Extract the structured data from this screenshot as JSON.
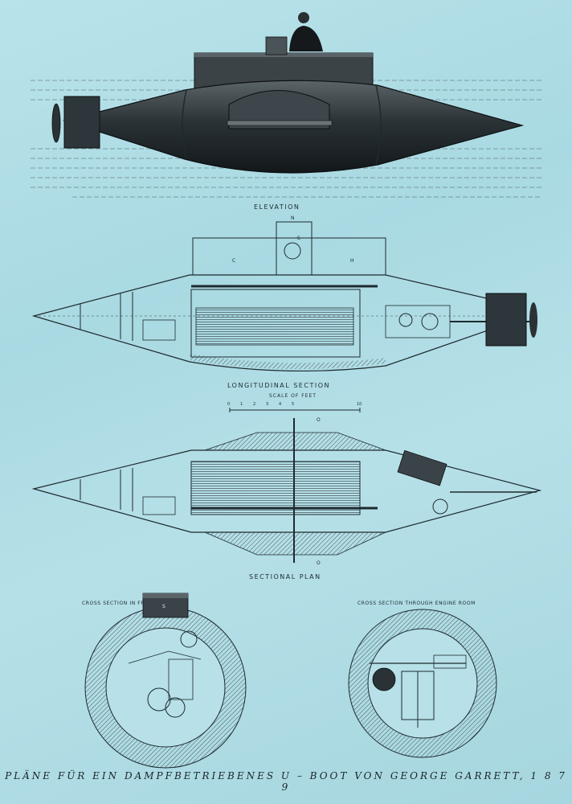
{
  "labels": {
    "elevation": "ELEVATION",
    "longitudinal": "LONGITUDINAL  SECTION",
    "scale_title": "SCALE OF FEET",
    "scale_ticks": [
      "0",
      "1",
      "2",
      "3",
      "4",
      "5",
      "10"
    ],
    "sectional_plan": "SECTIONAL  PLAN",
    "cross_boiler": "CROSS SECTION   IN FRONT OF BEILER",
    "cross_engine": "CROSS SECTION THROUGH ENGINE ROOM",
    "letters": [
      "N",
      "C",
      "H",
      "S",
      "S",
      "O",
      "O"
    ]
  },
  "caption": "PLÄNE FÜR EIN DAMPFBETRIEBENES U – BOOT VON GEORGE GARRETT, 1 8 7 9"
}
